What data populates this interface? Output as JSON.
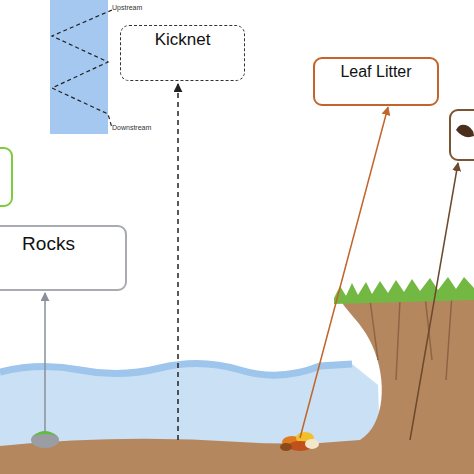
{
  "diagram": {
    "nodes": [
      {
        "text": [
          "Kicknet"
        ]
      },
      {
        "text": [
          "Leaf Litter"
        ]
      },
      {
        "text": [
          "Rocks"
        ]
      }
    ],
    "labels": [
      "Upstream",
      "Downstream"
    ]
  }
}
